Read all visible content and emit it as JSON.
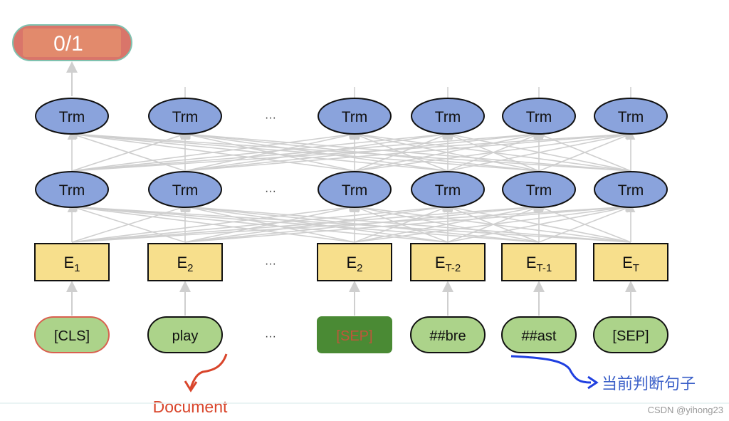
{
  "output": {
    "label": "0/1",
    "color": "#e28a6c"
  },
  "ellipsis": "···",
  "layer_label": "Trm",
  "columns": [
    {
      "token": "[CLS]",
      "emb": "E",
      "sub": "1",
      "token_style": "cls"
    },
    {
      "token": "play",
      "emb": "E",
      "sub": "2",
      "token_style": "normal"
    },
    {
      "token": "[SEP]",
      "emb": "E",
      "sub": "2",
      "token_style": "sep-highlight"
    },
    {
      "token": "##bre",
      "emb": "E",
      "sub": "T-2",
      "token_style": "normal"
    },
    {
      "token": "##ast",
      "emb": "E",
      "sub": "T-1",
      "token_style": "normal"
    },
    {
      "token": "[SEP]",
      "emb": "E",
      "sub": "T",
      "token_style": "normal"
    }
  ],
  "annotations": {
    "document": {
      "label": "Document",
      "color": "#d9452b"
    },
    "current_sentence": {
      "label": "当前判断句子",
      "color": "#1f3fe0"
    }
  },
  "watermark": "CSDN @yihong23",
  "colors": {
    "trm": "#8aa3dc",
    "embedding": "#f7df8c",
    "token": "#acd38a",
    "token_dark": "#4a8a34",
    "lines": "#cfcfcf"
  }
}
